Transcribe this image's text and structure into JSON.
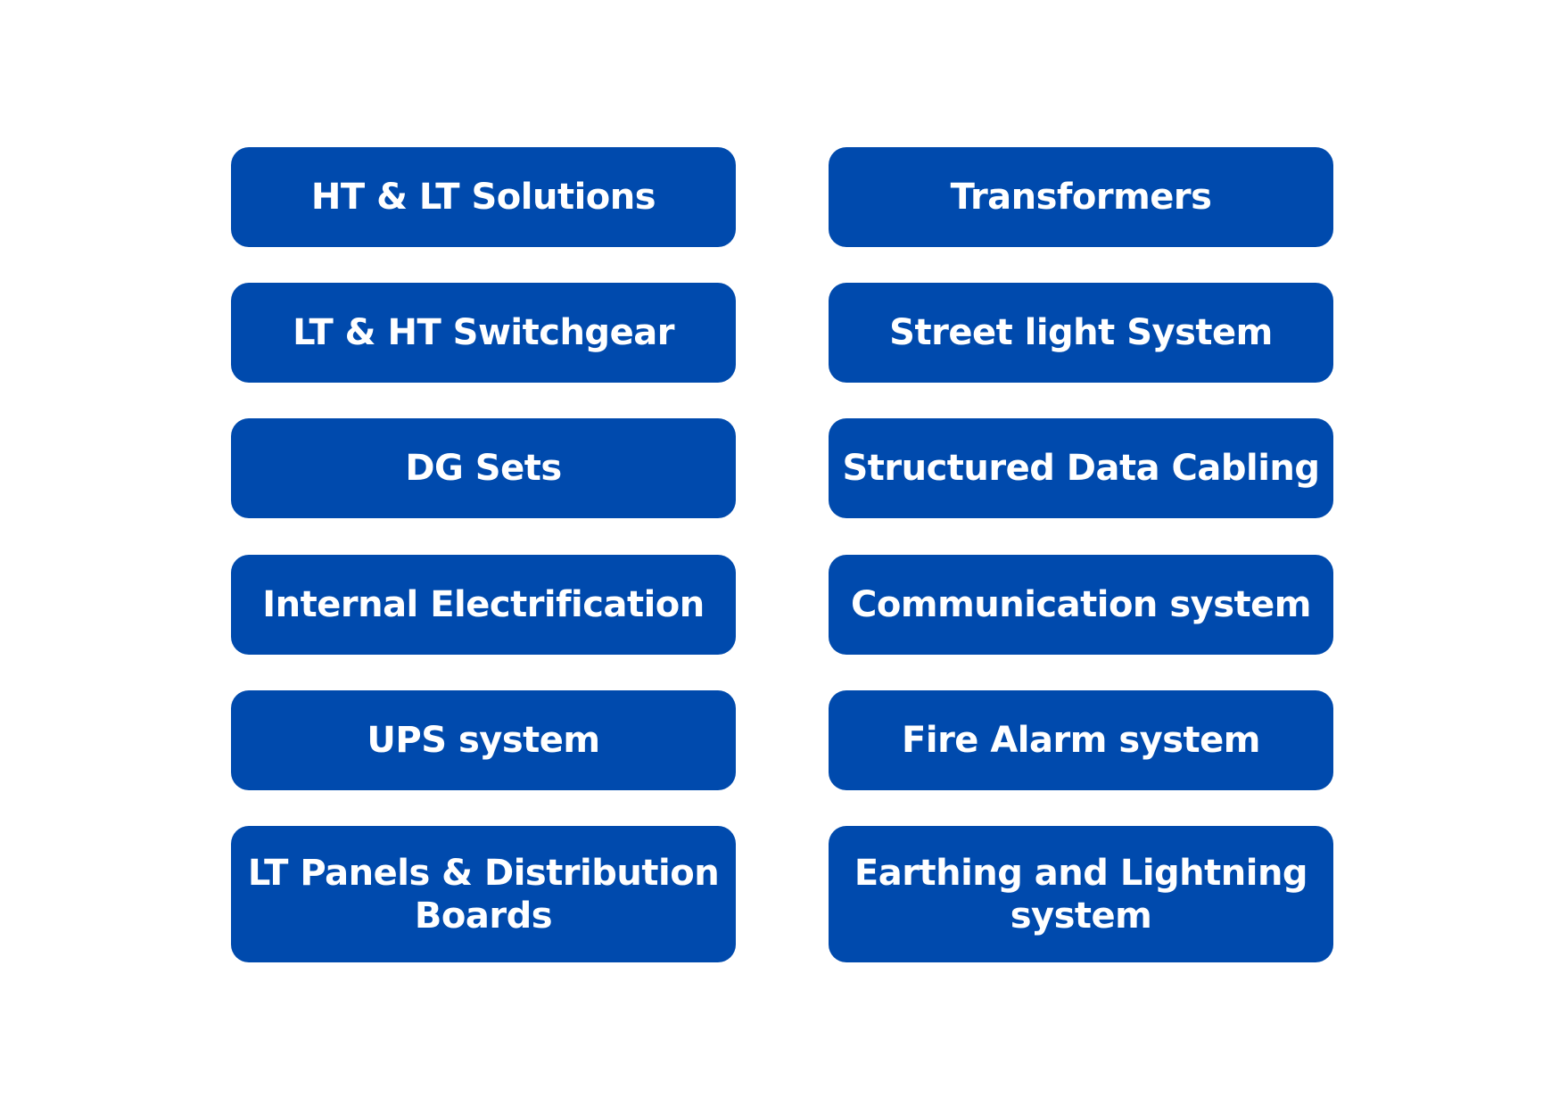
{
  "colors": {
    "box": "#004AAD",
    "text": "#FFFFFF"
  },
  "left": [
    "HT & LT Solutions",
    "LT & HT Switchgear",
    "DG Sets",
    "Internal Electrification",
    "UPS system",
    "LT Panels & Distribution Boards"
  ],
  "right": [
    "Transformers",
    "Street light System",
    "Structured Data Cabling",
    "Communication system",
    "Fire Alarm system",
    "Earthing and Lightning system"
  ]
}
